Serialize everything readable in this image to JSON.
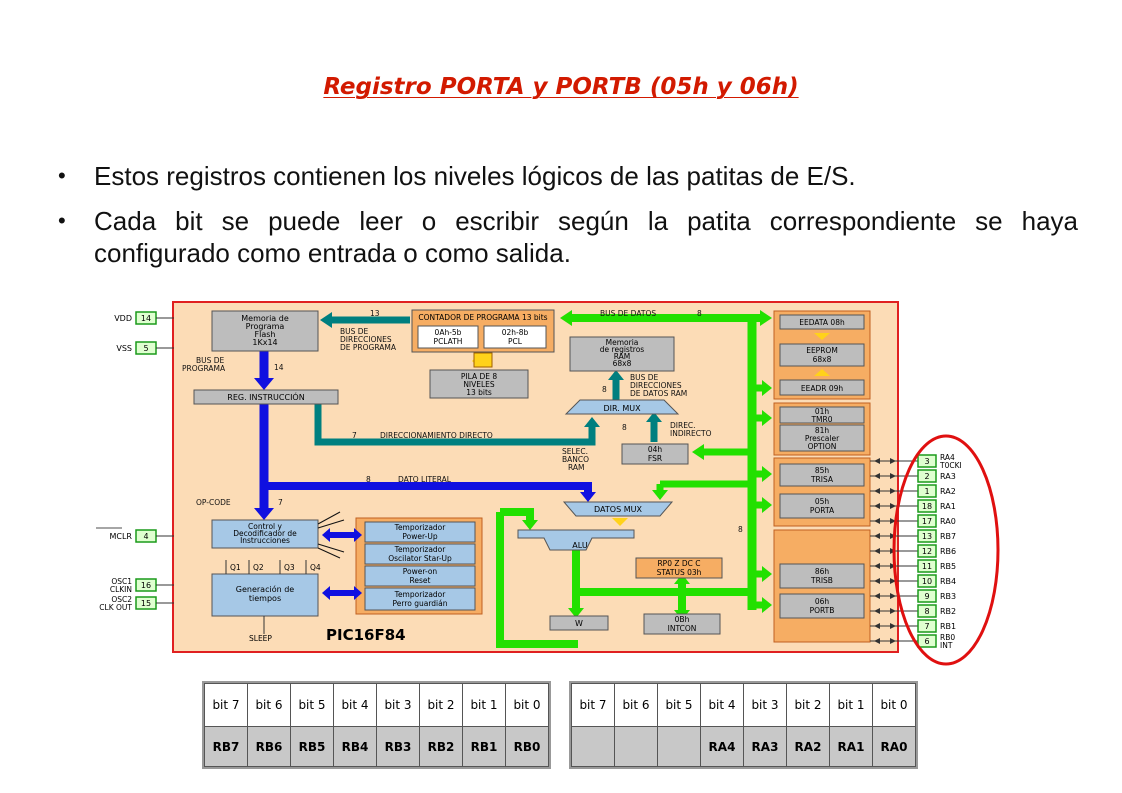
{
  "title": "Registro PORTA y PORTB (05h y 06h)",
  "bullets": [
    "Estos registros contienen los niveles lógicos de las patitas de E/S.",
    "Cada bit se puede leer o escribir según la patita correspondiente se haya configurado como entrada o como salida."
  ],
  "diagram": {
    "chip_name": "PIC16F84",
    "blocks": {
      "flash": [
        "Memoria de",
        "Programa",
        "Flash",
        "1Kx14"
      ],
      "counter": "CONTADOR DE PROGRAMA 13 bits",
      "pclath": [
        "0Ah-5b",
        "PCLATH"
      ],
      "pcl": [
        "02h-8b",
        "PCL"
      ],
      "stack": [
        "PILA DE 8",
        "NIVELES",
        "13 bits"
      ],
      "ram": [
        "Memoria",
        "de registros",
        "RAM",
        "68x8"
      ],
      "reg_instr": "REG. INSTRUCCIÓN",
      "dir_mux": "DIR. MUX",
      "fsr": [
        "04h",
        "FSR"
      ],
      "datos_mux": "DATOS MUX",
      "alu": "ALU",
      "status": [
        "RP0 Z DC C",
        "STATUS 03h"
      ],
      "w": "W",
      "intcon": [
        "0Bh",
        "INTCON"
      ],
      "control": [
        "Control y",
        "Decodificador de",
        "Instrucciones"
      ],
      "timing": [
        "Generación de",
        "tiempos"
      ],
      "timers": [
        [
          "Temporizador",
          "Power-Up"
        ],
        [
          "Temporizador",
          "Oscilator Star-Up"
        ],
        [
          "Power-on",
          "Reset"
        ],
        [
          "Temporizador",
          "Perro guardián"
        ]
      ],
      "eedata": "EEDATA 08h",
      "eeprom": [
        "EEPROM",
        "68x8"
      ],
      "eeadr": "EEADR 09h",
      "tmr0": [
        "01h",
        "TMR0"
      ],
      "option": [
        "81h",
        "Prescaler",
        "OPTION"
      ],
      "trisa": [
        "85h",
        "TRISA"
      ],
      "porta": [
        "05h",
        "PORTA"
      ],
      "trisb": [
        "86h",
        "TRISB"
      ],
      "portb": [
        "06h",
        "PORTB"
      ]
    },
    "labels": {
      "bus_datos": "BUS DE DATOS",
      "bus_datos_w": "8",
      "bus_dir_prog": [
        "BUS DE",
        "DIRECCIONES",
        "DE PROGRAMA"
      ],
      "bus_dir_prog_w": "13",
      "bus_prog": [
        "BUS DE",
        "PROGRAMA"
      ],
      "bus_prog_w": "14",
      "bus_dir_ram": [
        "BUS DE",
        "DIRECCIONES",
        "DE DATOS RAM"
      ],
      "bus_dir_ram_w": "8",
      "dir_directo": "DIRECCIONAMIENTO DIRECTO",
      "dir_directo_w": "7",
      "direc_indirecto": [
        "DIREC.",
        "INDIRECTO"
      ],
      "indirect_w": "8",
      "selec_banco": [
        "SELEC.",
        "BANCO",
        "RAM"
      ],
      "dato_literal": "DATO LITERAL",
      "dato_literal_w": "8",
      "op_code": "OP-CODE",
      "op_code_w": "7",
      "bus8": "8",
      "phases": [
        "Q1",
        "Q2",
        "Q3",
        "Q4"
      ],
      "sleep": "SLEEP"
    },
    "left_pins": [
      {
        "num": "14",
        "name": "VDD"
      },
      {
        "num": "5",
        "name": "VSS"
      },
      {
        "num": "4",
        "name": "MCLR"
      },
      {
        "num": "16",
        "name": "OSC1 CLKIN"
      },
      {
        "num": "15",
        "name": "OSC2 CLK OUT"
      }
    ],
    "right_pins": [
      {
        "num": "3",
        "name": "RA4 T0CKI"
      },
      {
        "num": "2",
        "name": "RA3"
      },
      {
        "num": "1",
        "name": "RA2"
      },
      {
        "num": "18",
        "name": "RA1"
      },
      {
        "num": "17",
        "name": "RA0"
      },
      {
        "num": "13",
        "name": "RB7"
      },
      {
        "num": "12",
        "name": "RB6"
      },
      {
        "num": "11",
        "name": "RB5"
      },
      {
        "num": "10",
        "name": "RB4"
      },
      {
        "num": "9",
        "name": "RB3"
      },
      {
        "num": "8",
        "name": "RB2"
      },
      {
        "num": "7",
        "name": "RB1"
      },
      {
        "num": "6",
        "name": "RB0 INT"
      }
    ]
  },
  "portb_table": {
    "headers": [
      "bit 7",
      "bit 6",
      "bit 5",
      "bit 4",
      "bit 3",
      "bit 2",
      "bit 1",
      "bit 0"
    ],
    "values": [
      "RB7",
      "RB6",
      "RB5",
      "RB4",
      "RB3",
      "RB2",
      "RB1",
      "RB0"
    ]
  },
  "porta_table": {
    "headers": [
      "bit 7",
      "bit 6",
      "bit 5",
      "bit 4",
      "bit 3",
      "bit 2",
      "bit 1",
      "bit 0"
    ],
    "values": [
      "",
      "",
      "",
      "RA4",
      "RA3",
      "RA2",
      "RA1",
      "RA0"
    ]
  },
  "colors": {
    "title": "#d21a00",
    "chip_bg": "#fcdcb6",
    "chip_border": "#e02020",
    "bus_green": "#22e000",
    "bus_blue": "#1010e0",
    "bus_teal": "#007f7f",
    "block_gray": "#bdbdbd",
    "circle": "#e01010"
  }
}
